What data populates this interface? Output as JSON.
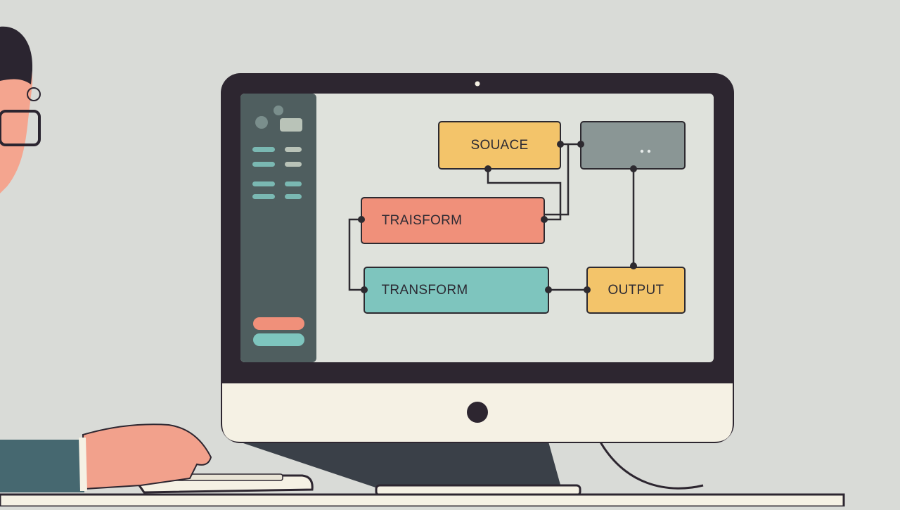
{
  "canvas": {
    "nodes": [
      {
        "id": "source",
        "label": "SOUACE",
        "color": "#f3c46a"
      },
      {
        "id": "unknown",
        "label": "",
        "color": "#8a9695"
      },
      {
        "id": "transform_1",
        "label": "TRAISFORM",
        "color": "#f0907a"
      },
      {
        "id": "transform_2",
        "label": "TRANSFORM",
        "color": "#7ec5be"
      },
      {
        "id": "output",
        "label": "OUTPUT",
        "color": "#f3c46a"
      }
    ]
  },
  "sidebar": {
    "buttons": [
      {
        "name": "sidebar-button-primary",
        "color": "#f0907a"
      },
      {
        "name": "sidebar-button-secondary",
        "color": "#7ec5be"
      }
    ]
  },
  "colors": {
    "background": "#d9dbd7",
    "monitor_frame": "#2d2630",
    "monitor_chin": "#f5f1e4",
    "screen": "#dfe2dc",
    "sidebar": "#4f5e5f",
    "wire": "#2d2a30",
    "skin": "#f2a18c",
    "sleeve": "#466870"
  }
}
